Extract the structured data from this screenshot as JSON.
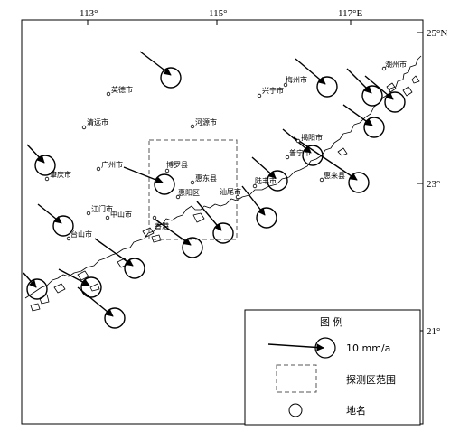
{
  "axes": {
    "x_ticks": [
      "113°",
      "115°",
      "117°E"
    ],
    "y_ticks": [
      "25°N",
      "23°",
      "21°"
    ]
  },
  "cities": [
    "英德市",
    "梅州市",
    "兴宁市",
    "潮州市",
    "清远市",
    "河源市",
    "揭阳市",
    "普宁市",
    "广州市",
    "博罗县",
    "惠东县",
    "惠来县",
    "惠阳区",
    "肇庆市",
    "陆丰市",
    "汕尾市",
    "江门市",
    "中山市",
    "台山市",
    "香港"
  ],
  "legend": {
    "title": "图 例",
    "arrow_label": "10 mm/a",
    "box_label": "探测区范围",
    "place_label": "地名"
  },
  "colors": {
    "ink": "#000000",
    "box": "#555555"
  }
}
